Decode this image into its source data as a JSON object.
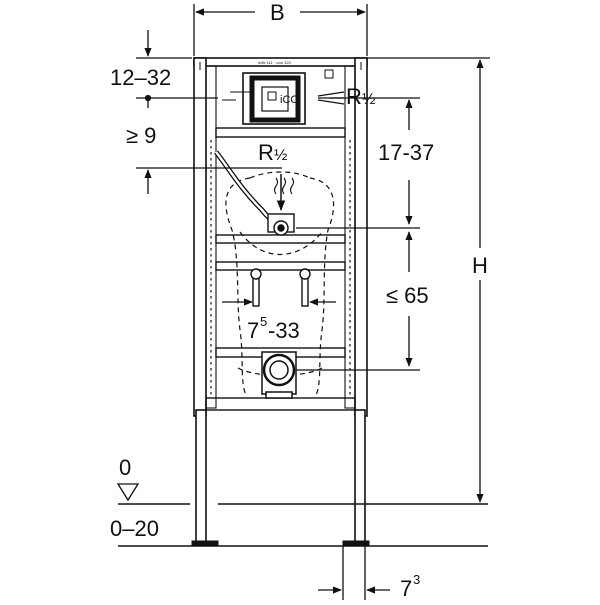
{
  "diagram": {
    "width_label": "B",
    "height_label": "H",
    "dims": {
      "top_gap": "12–32",
      "min_nine": "≥ 9",
      "r_half_right": "R",
      "r_half_center": "R",
      "r_half_frac": "½",
      "range_17_37": "17-37",
      "max_65": "≤ 65",
      "spacing_base": "7",
      "spacing_sup": "5",
      "spacing_rest": "-33",
      "floor_zero": "0",
      "floor_range": "0–20",
      "foot_base": "7",
      "foot_sup": "3"
    },
    "plate_label": "iCO",
    "plate_small_text": "ndfx 111 · ooo 123"
  }
}
